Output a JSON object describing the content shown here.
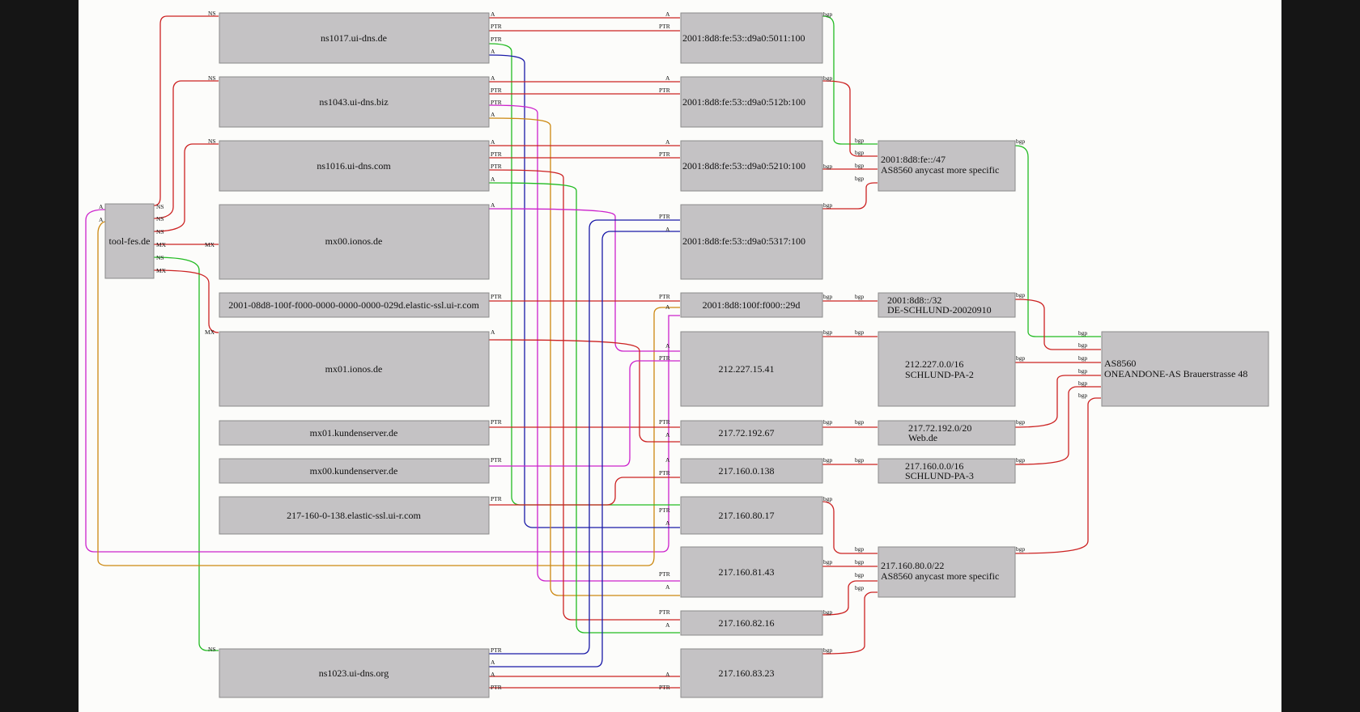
{
  "colors": {
    "red": "#cc2222",
    "green": "#22bb22",
    "blue": "#1a1aa8",
    "magenta": "#cc22cc",
    "orange": "#cc8811",
    "node_fill": "#c4c2c4"
  },
  "nodes": {
    "tool": {
      "lines": [
        "tool-fes.de"
      ]
    },
    "ns1017": {
      "lines": [
        "ns1017.ui-dns.de"
      ]
    },
    "ns1043": {
      "lines": [
        "ns1043.ui-dns.biz"
      ]
    },
    "ns1016": {
      "lines": [
        "ns1016.ui-dns.com"
      ]
    },
    "mx00ionos": {
      "lines": [
        "mx00.ionos.de"
      ]
    },
    "clastic6": {
      "lines": [
        "2001-08d8-100f-f000-0000-0000-0000-029d.elastic-ssl.ui-r.com"
      ]
    },
    "mx01ionos": {
      "lines": [
        "mx01.ionos.de"
      ]
    },
    "mx01ks": {
      "lines": [
        "mx01.kundenserver.de"
      ]
    },
    "mx00ks": {
      "lines": [
        "mx00.kundenserver.de"
      ]
    },
    "clastic4": {
      "lines": [
        "217-160-0-138.elastic-ssl.ui-r.com"
      ]
    },
    "ns1023": {
      "lines": [
        "ns1023.ui-dns.org"
      ]
    },
    "ip5011": {
      "lines": [
        "2001:8d8:fe:53::d9a0:5011:100"
      ]
    },
    "ip512b": {
      "lines": [
        "2001:8d8:fe:53::d9a0:512b:100"
      ]
    },
    "ip5210": {
      "lines": [
        "2001:8d8:fe:53::d9a0:5210:100"
      ]
    },
    "ip5317": {
      "lines": [
        "2001:8d8:fe:53::d9a0:5317:100"
      ]
    },
    "ip29d": {
      "lines": [
        "2001:8d8:100f:f000::29d"
      ]
    },
    "ip212": {
      "lines": [
        "212.227.15.41"
      ]
    },
    "ip21772": {
      "lines": [
        "217.72.192.67"
      ]
    },
    "ip217138": {
      "lines": [
        "217.160.0.138"
      ]
    },
    "ip8017": {
      "lines": [
        "217.160.80.17"
      ]
    },
    "ip8143": {
      "lines": [
        "217.160.81.43"
      ]
    },
    "ip8216": {
      "lines": [
        "217.160.82.16"
      ]
    },
    "ip8323": {
      "lines": [
        "217.160.83.23"
      ]
    },
    "pfx47": {
      "lines": [
        "2001:8d8:fe::/47",
        "AS8560 anycast more specific"
      ]
    },
    "pfx32": {
      "lines": [
        "2001:8d8::/32",
        "DE-SCHLUND-20020910"
      ]
    },
    "pfx212": {
      "lines": [
        "212.227.0.0/16",
        "SCHLUND-PA-2"
      ]
    },
    "pfx21772": {
      "lines": [
        "217.72.192.0/20",
        "Web.de"
      ]
    },
    "pfx217160": {
      "lines": [
        "217.160.0.0/16",
        "SCHLUND-PA-3"
      ]
    },
    "pfx22": {
      "lines": [
        "217.160.80.0/22",
        "AS8560 anycast more specific"
      ]
    },
    "as8560": {
      "lines": [
        "AS8560",
        "ONEANDONE-AS Brauerstrasse 48"
      ]
    }
  },
  "port_labels": {
    "ns": "NS",
    "mx": "MX",
    "a": "A",
    "ptr": "PTR",
    "bgp": "bgp"
  }
}
